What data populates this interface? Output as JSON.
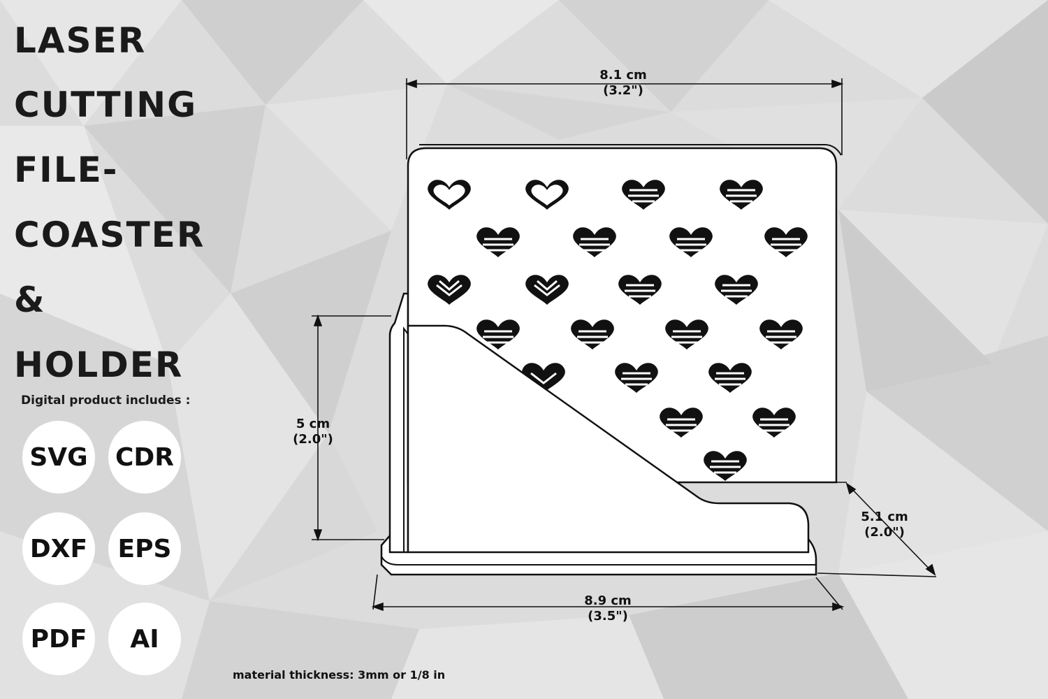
{
  "title_lines": [
    "LASER",
    "CUTTING",
    "FILE-",
    "COASTER",
    "&",
    "HOLDER"
  ],
  "includes_label": "Digital product includes :",
  "formats": [
    "SVG",
    "CDR",
    "DXF",
    "EPS",
    "PDF",
    "AI"
  ],
  "dimensions": {
    "top_width": {
      "metric": "8.1 cm",
      "imperial": "(3.2\")"
    },
    "height": {
      "metric": "5 cm",
      "imperial": "(2.0\")"
    },
    "depth": {
      "metric": "5.1 cm",
      "imperial": "(2.0\")"
    },
    "base_width": {
      "metric": "8.9 cm",
      "imperial": "(3.5\")"
    }
  },
  "material_note": "material thickness: 3mm or 1/8 in",
  "colors": {
    "background": "#d9d9d9",
    "ink": "#111111",
    "panel": "#ffffff"
  }
}
